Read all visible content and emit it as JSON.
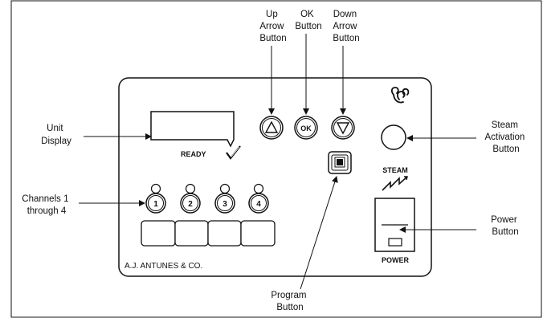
{
  "callouts": {
    "up_arrow": [
      "Up",
      "Arrow",
      "Button"
    ],
    "ok": [
      "OK",
      "Button"
    ],
    "down_arrow": [
      "Down",
      "Arrow",
      "Button"
    ],
    "unit_display": [
      "Unit",
      "Display"
    ],
    "channels": [
      "Channels 1",
      "through 4"
    ],
    "steam_activation": [
      "Steam",
      "Activation",
      "Button"
    ],
    "power": [
      "Power",
      "Button"
    ],
    "program": [
      "Program",
      "Button"
    ]
  },
  "panel": {
    "ready_label": "READY",
    "ok_label": "OK",
    "channels": [
      "1",
      "2",
      "3",
      "4"
    ],
    "steam_label": "STEAM",
    "power_label": "POWER",
    "brand": "A.J. ANTUNES & CO."
  },
  "icons": {
    "steam": "steam-icon",
    "check": "checkmark-icon",
    "up": "up-triangle-icon",
    "down": "down-triangle-icon",
    "program": "program-square-icon",
    "lightning": "lightning-bolt-icon"
  }
}
